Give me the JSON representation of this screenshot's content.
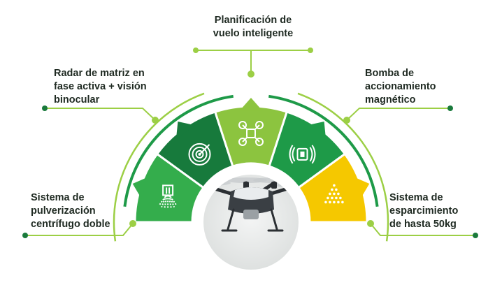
{
  "colors": {
    "dark_green": "#177a3c",
    "medium_green": "#1e9a48",
    "bright_green": "#34ad4c",
    "lime_green": "#8cc43f",
    "yellow": "#f5c800",
    "connector": "#9ccf45",
    "text": "#1f2a22"
  },
  "center": {
    "icon": "agricultural-drone"
  },
  "features": [
    {
      "id": "top",
      "lines": [
        "Planificación de",
        "vuelo inteligente"
      ],
      "icon": "drone-icon",
      "color": "#8cc43f"
    },
    {
      "id": "top-left",
      "lines": [
        "Radar de matriz en",
        "fase activa + visión",
        "binocular"
      ],
      "icon": "radar-icon",
      "color": "#177a3c"
    },
    {
      "id": "top-right",
      "lines": [
        "Bomba de",
        "accionamiento",
        "magnético"
      ],
      "icon": "magnetic-pump-icon",
      "color": "#1e9a48"
    },
    {
      "id": "bottom-left",
      "lines": [
        "Sistema de",
        "pulverización",
        "centrífugo doble"
      ],
      "icon": "sprayer-icon",
      "color": "#34ad4c"
    },
    {
      "id": "bottom-right",
      "lines": [
        "Sistema de",
        "esparcimiento",
        "de hasta 50kg"
      ],
      "icon": "spreader-icon",
      "color": "#f5c800"
    }
  ]
}
